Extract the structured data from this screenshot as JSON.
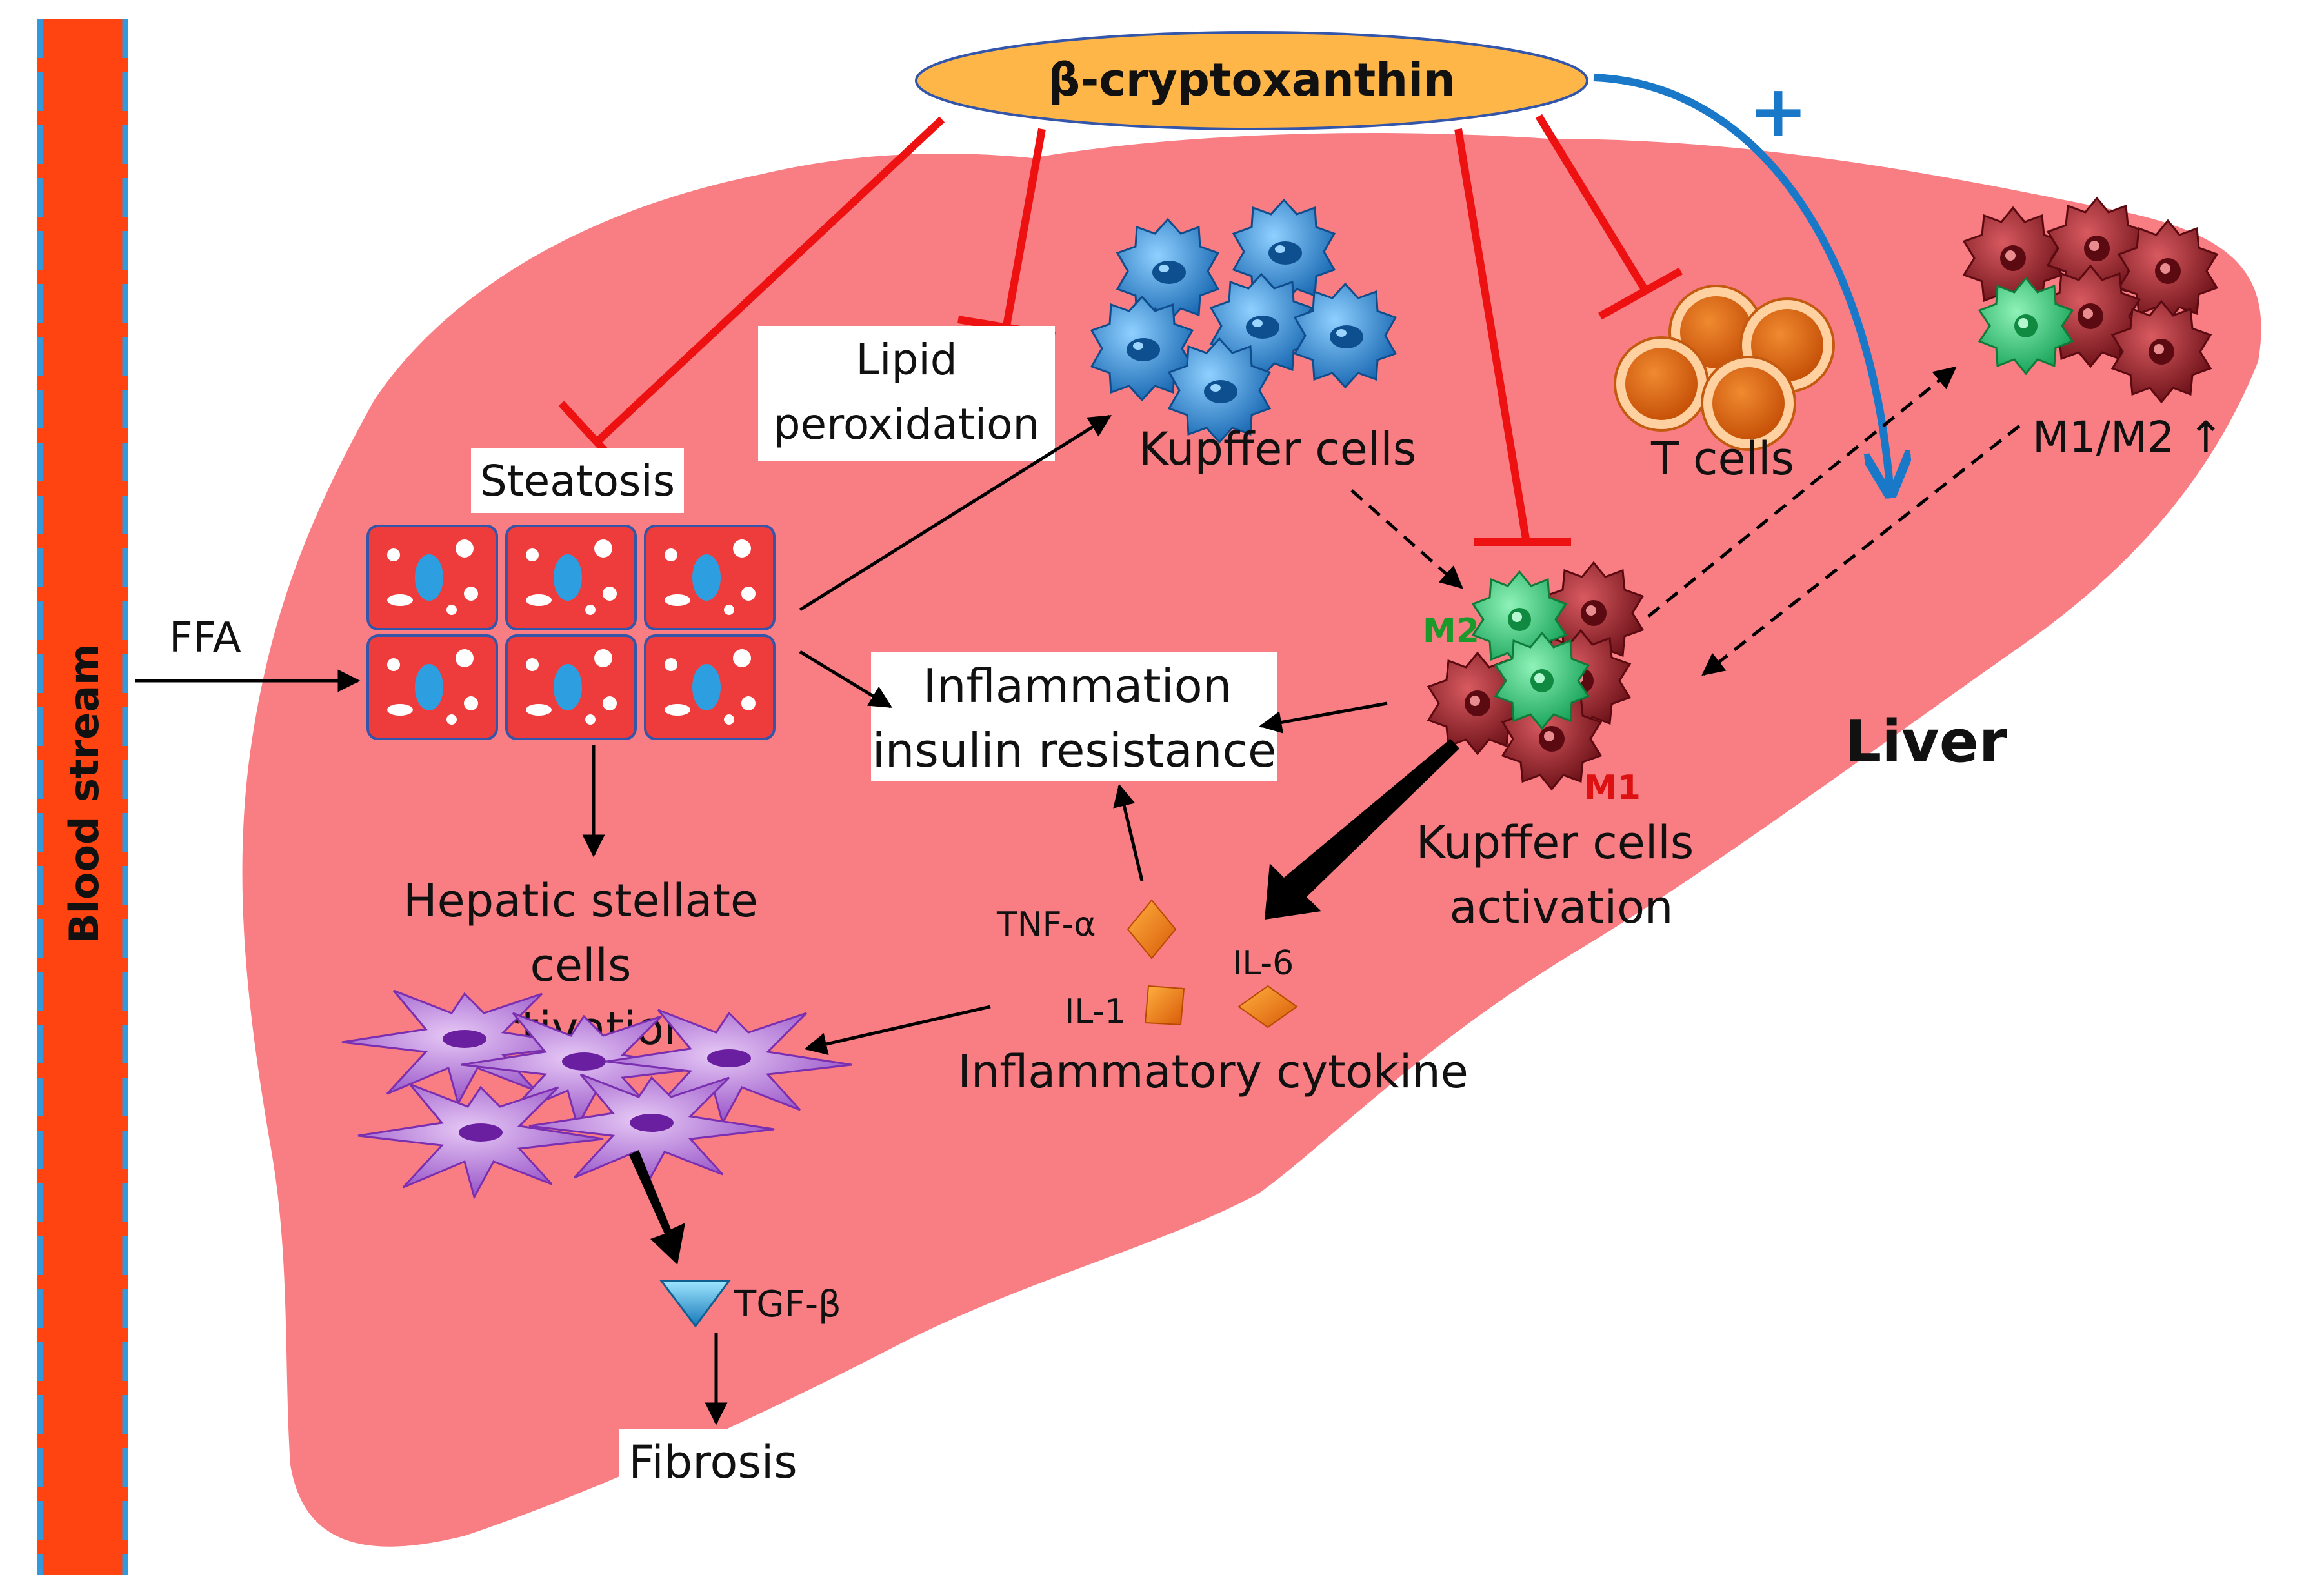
{
  "labels": {
    "blood_stream": "Blood stream",
    "ffa": "FFA",
    "beta_cryptoxanthin": "β-cryptoxanthin",
    "plus_sign": "+",
    "lipid_peroxidation_line1": "Lipid",
    "lipid_peroxidation_line2": "peroxidation",
    "steatosis": "Steatosis",
    "kupffer_cells": "Kupffer cells",
    "t_cells": "T cells",
    "m1_m2_ratio": "M1/M2 ↑",
    "m2": "M2",
    "m1": "M1",
    "liver": "Liver",
    "inflammation_line1": "Inflammation",
    "inflammation_line2": "insulin resistance",
    "kupffer_activation_line1": "Kupffer cells",
    "kupffer_activation_line2": "activation",
    "hsc_line1": "Hepatic stellate",
    "hsc_line2": "cells",
    "hsc_line3": "activation",
    "tnf_alpha": "TNF-α",
    "il6": "IL-6",
    "il1": "IL-1",
    "inflammatory_cytokine": "Inflammatory cytokine",
    "tgf_beta": "TGF-β",
    "fibrosis": "Fibrosis"
  },
  "colors": {
    "liver": "#f87e84",
    "blood_stream": "#ff4411",
    "blood_dash": "#3399dd",
    "inhibit": "#ee1111",
    "activate": "#1a78c8",
    "ellipse_fill": "#ffb648",
    "m2_cell": "#22c070",
    "m1_cell": "#8b1a22",
    "kupffer_cell": "#1f86d2",
    "t_cell": "#e06010",
    "stellate_cell": "#a064c8",
    "hepatocyte": "#ee3b3b",
    "m2_text": "#1a9a2a",
    "m1_text": "#dd1111"
  }
}
